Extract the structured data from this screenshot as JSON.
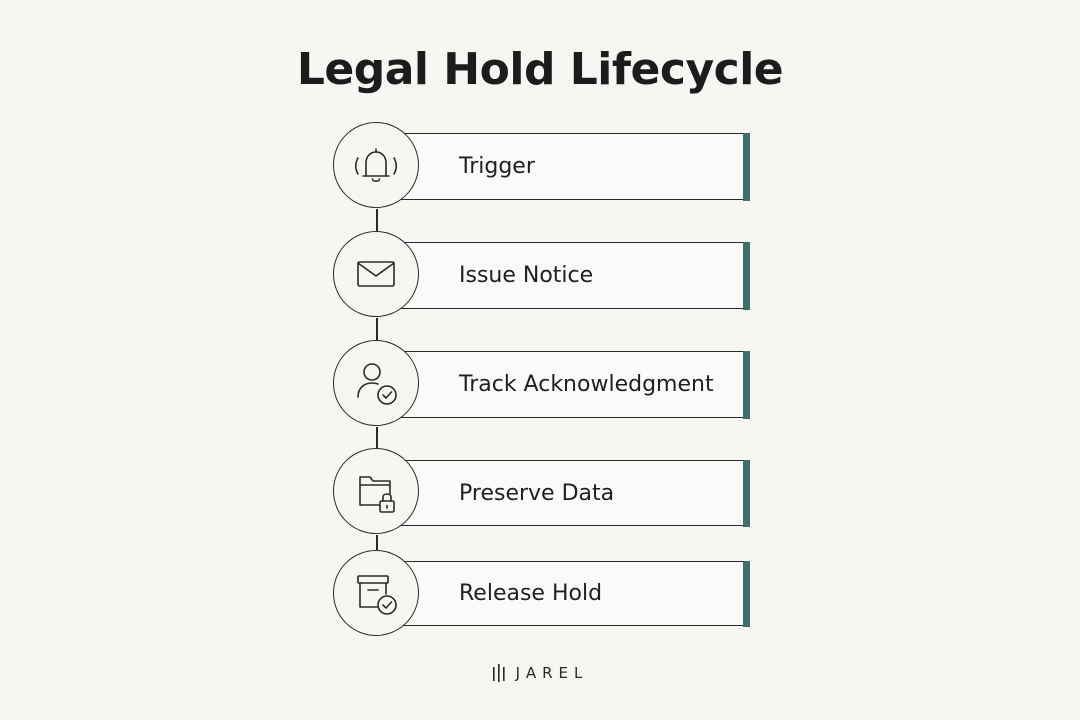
{
  "title": "Legal Hold Lifecycle",
  "steps": [
    {
      "label": "Trigger",
      "icon": "bell-icon"
    },
    {
      "label": "Issue Notice",
      "icon": "envelope-icon"
    },
    {
      "label": "Track Acknowledgment",
      "icon": "user-check-icon"
    },
    {
      "label": "Preserve Data",
      "icon": "folder-lock-icon"
    },
    {
      "label": "Release Hold",
      "icon": "archive-check-icon"
    }
  ],
  "brand": {
    "name": "JAREL",
    "icon": "brand-bars-icon"
  },
  "colors": {
    "accent": "#3f6e6a",
    "background": "#f8f6f3",
    "stroke": "#2a2a2a"
  }
}
